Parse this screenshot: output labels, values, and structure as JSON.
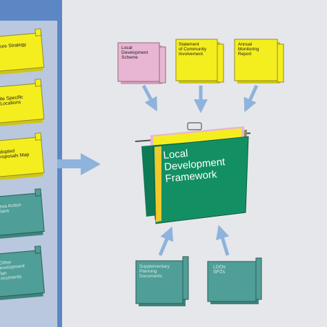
{
  "left_panel": {
    "folders": [
      {
        "label": "ore Strategy",
        "color": "#f5ee1f"
      },
      {
        "label": "ite Specific\nLocations",
        "color": "#f5ee1f"
      },
      {
        "label": "dopted\nroposals Map",
        "color": "#f5ee1f"
      },
      {
        "label": "rea Action\nlans",
        "color": "#4f9e97"
      },
      {
        "label": "Other\nevelopment\nlan\nocuments",
        "color": "#4f9e97"
      }
    ]
  },
  "top_folders": [
    {
      "label": "Local\nDevelopment\nScheme",
      "color": "#e8b6d3"
    },
    {
      "label": "Statement\nof Community\nInvolvement",
      "color": "#f5ee1f"
    },
    {
      "label": "Annual\nMonitoring\nReport",
      "color": "#f5ee1f"
    }
  ],
  "center_file": {
    "title": "Local\nDevelopment\nFramework",
    "color": "#139063"
  },
  "bottom_folders": [
    {
      "label": "Supplementary\nPlanning\nDocuments",
      "color": "#4f9e97"
    },
    {
      "label": "LDOs\nSPZs",
      "color": "#4f9e97"
    }
  ],
  "colors": {
    "background": "#e6e7ea",
    "panel_border": "#5c87c4",
    "panel_inner": "#b9c8df",
    "arrow": "#8eb3dc"
  }
}
